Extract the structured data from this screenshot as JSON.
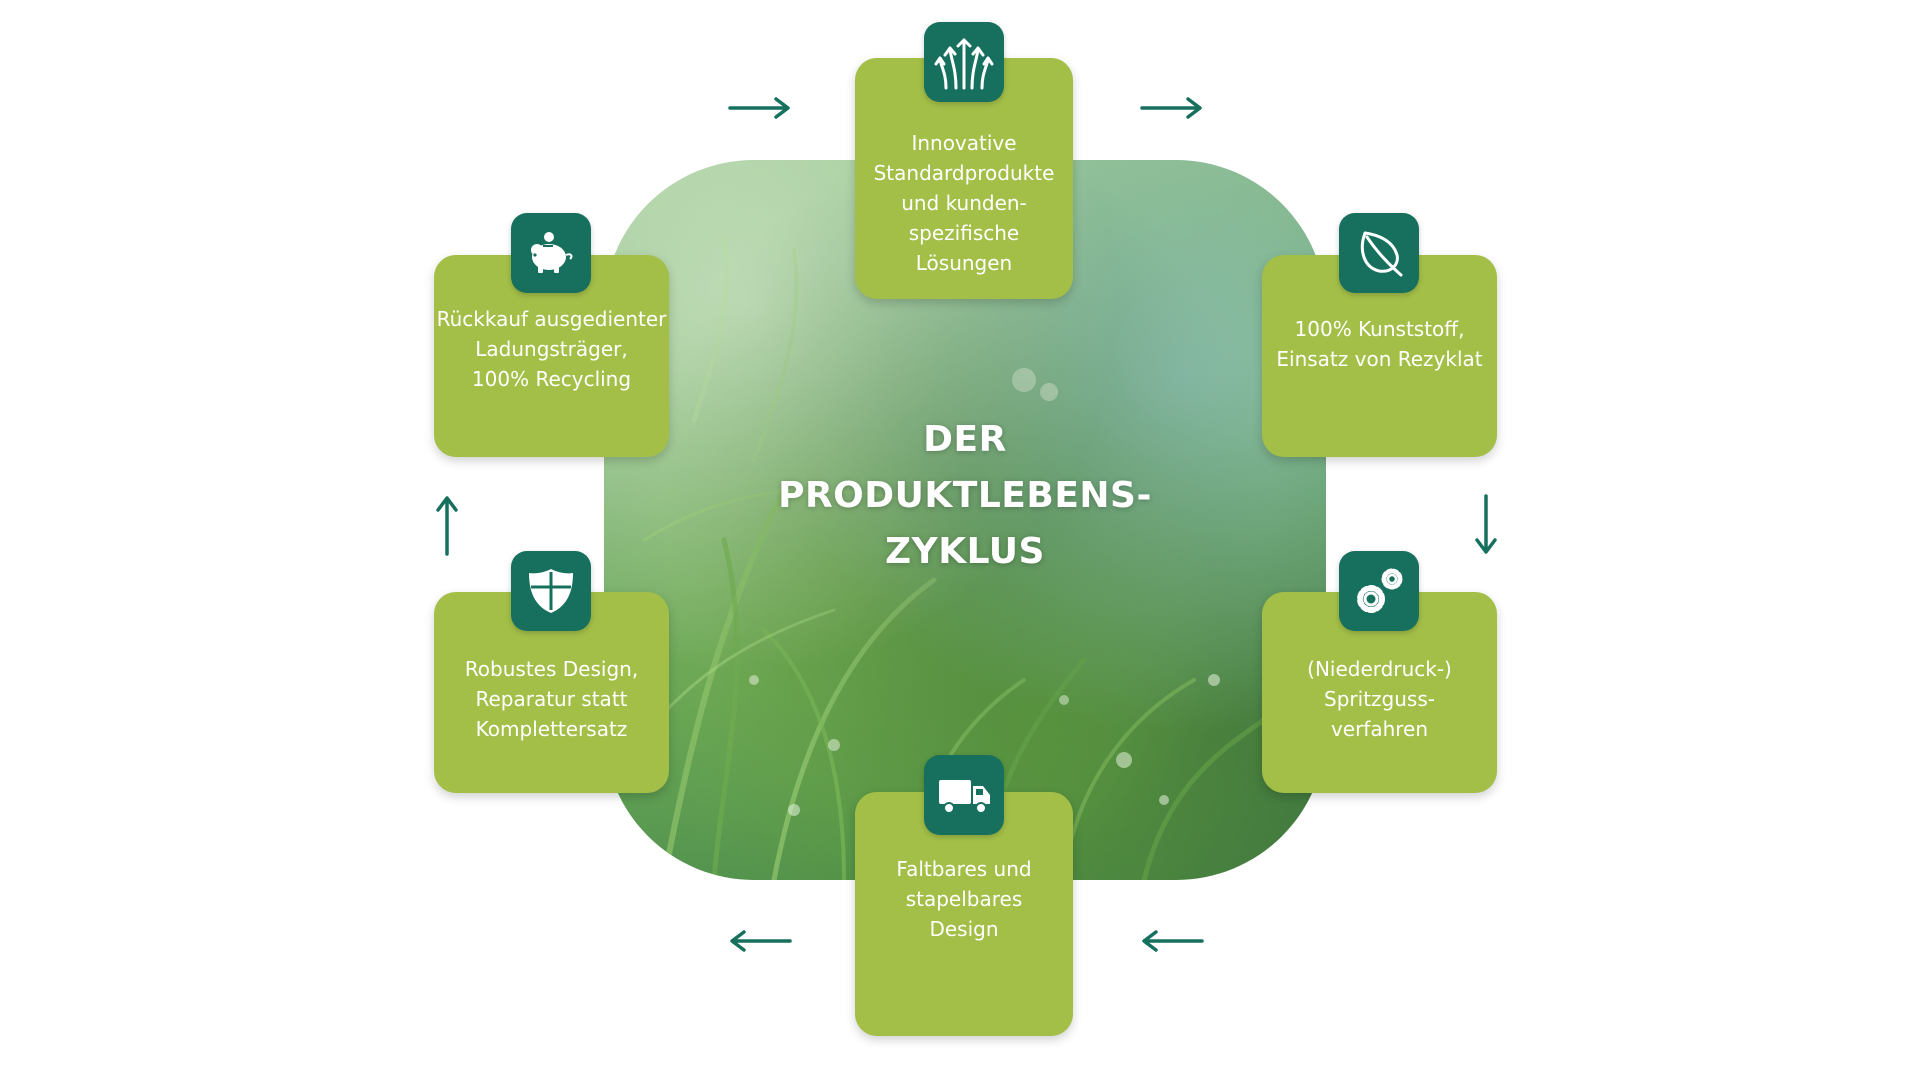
{
  "center_title": {
    "line1": "DER",
    "line2": "PRODUKTLEBENS-",
    "line3": "ZYKLUS"
  },
  "colors": {
    "card": "#a3bf48",
    "icon": "#17705e",
    "arrow": "#17705e",
    "text": "#ffffff"
  },
  "stages": {
    "top": {
      "icon": "growth-arrows-icon",
      "lines": [
        "Innovative",
        "Standardprodukte",
        "und kunden-",
        "spezifische",
        "Lösungen"
      ]
    },
    "right_upper": {
      "icon": "leaf-icon",
      "lines": [
        "100% Kunststoff,",
        "Einsatz von Rezyklat"
      ]
    },
    "right_lower": {
      "icon": "gears-icon",
      "lines": [
        "(Niederdruck-)",
        "Spritzguss-",
        "verfahren"
      ]
    },
    "bottom": {
      "icon": "truck-icon",
      "lines": [
        "Faltbares und",
        "stapelbares",
        "Design"
      ]
    },
    "left_lower": {
      "icon": "shield-icon",
      "lines": [
        "Robustes Design,",
        "Reparatur statt",
        "Komplettersatz"
      ]
    },
    "left_upper": {
      "icon": "piggy-bank-icon",
      "lines": [
        "Rückkauf ausgedienter",
        "Ladungsträger,",
        "100% Recycling"
      ]
    }
  }
}
